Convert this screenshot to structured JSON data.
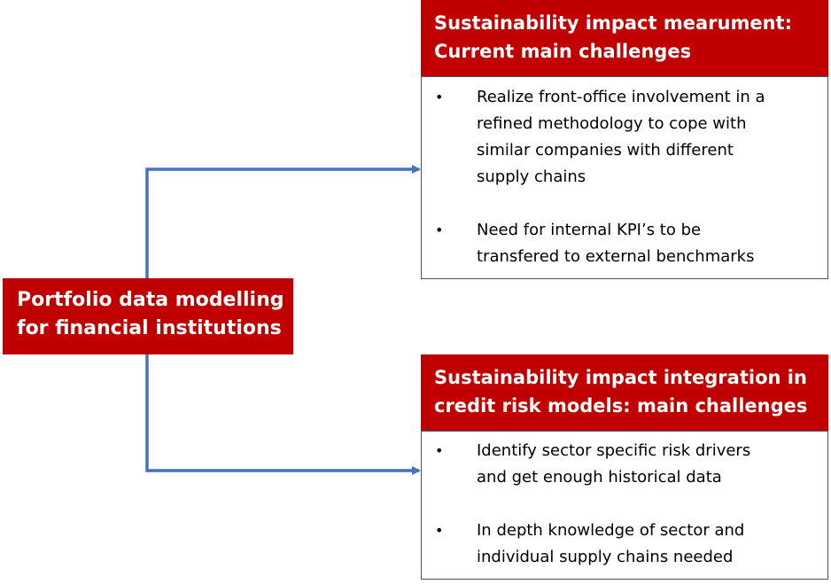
{
  "source": {
    "lines": [
      "Portfolio data modelling",
      "for financial institutions"
    ]
  },
  "measurement": {
    "header_lines": [
      "Sustainability impact mearument:",
      "Current main challenges"
    ],
    "bullets": [
      {
        "symbol": "•",
        "lines": [
          "Realize front-office involvement in a",
          "refined methodology to cope with",
          "similar companies with different",
          "supply chains"
        ]
      },
      {
        "symbol": "•",
        "lines": [
          "Need for internal KPI’s to be",
          "transfered to external benchmarks"
        ]
      }
    ]
  },
  "integration": {
    "header_lines": [
      "Sustainability impact integration in",
      "credit risk models: main challenges"
    ],
    "bullets": [
      {
        "symbol": "•",
        "lines": [
          "Identify sector specific risk drivers",
          "and get enough historical data"
        ]
      },
      {
        "symbol": "•",
        "lines": [
          "In depth knowledge of sector and",
          "individual supply chains needed"
        ]
      }
    ]
  },
  "colors": {
    "box_fill": "#c00000",
    "box_text": "#ffffff",
    "connector": "#4472c4",
    "content_border": "#44546a"
  }
}
